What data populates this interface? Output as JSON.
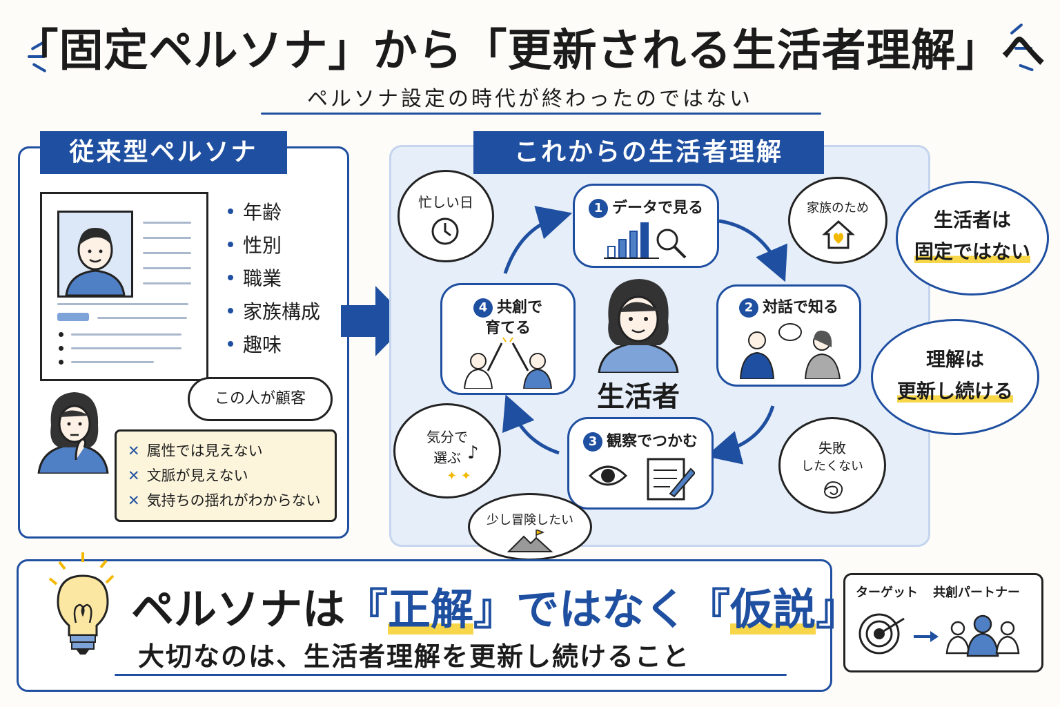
{
  "header": {
    "title": "「固定ペルソナ」から「更新される生活者理解」へ",
    "subtitle": "ペルソナ設定の時代が終わったのではない"
  },
  "left_panel": {
    "label": "従来型ペルソナ",
    "attributes": [
      "年齢",
      "性別",
      "職業",
      "家族構成",
      "趣味"
    ],
    "customer_bubble": "この人が顧客",
    "issues": [
      "属性では見えない",
      "文脈が見えない",
      "気持ちの揺れがわからない"
    ]
  },
  "right_panel": {
    "label": "これからの生活者理解",
    "center_label": "生活者",
    "steps": [
      {
        "num": "1",
        "label": "データで見る"
      },
      {
        "num": "2",
        "label": "対話で知る"
      },
      {
        "num": "3",
        "label": "観察でつかむ"
      },
      {
        "num": "4",
        "label_line1": "共創で",
        "label_line2": "育てる"
      }
    ],
    "thoughts": {
      "busy": "忙しい日",
      "family": "家族のため",
      "mood_line1": "気分で",
      "mood_line2": "選ぶ",
      "fail_line1": "失敗",
      "fail_line2": "したくない",
      "adventure": "少し冒険したい"
    }
  },
  "side_bubbles": {
    "first_line1": "生活者は",
    "first_line2": "固定ではない",
    "second_line1": "理解は",
    "second_line2": "更新し続ける"
  },
  "bottom": {
    "headline_a": "ペルソナは",
    "headline_b": "『",
    "headline_c": "正解",
    "headline_d": "』ではなく",
    "headline_e": "『",
    "headline_f": "仮説",
    "headline_g": "』",
    "tagline": "大切なのは、生活者理解を更新し続けること",
    "target_label": "ターゲット",
    "partner_label": "共創パートナー"
  },
  "colors": {
    "accent": "#1f4fa0",
    "highlight": "#f7d64a",
    "panel_bg": "#e6eef9",
    "note_bg": "#fcf5dc"
  }
}
